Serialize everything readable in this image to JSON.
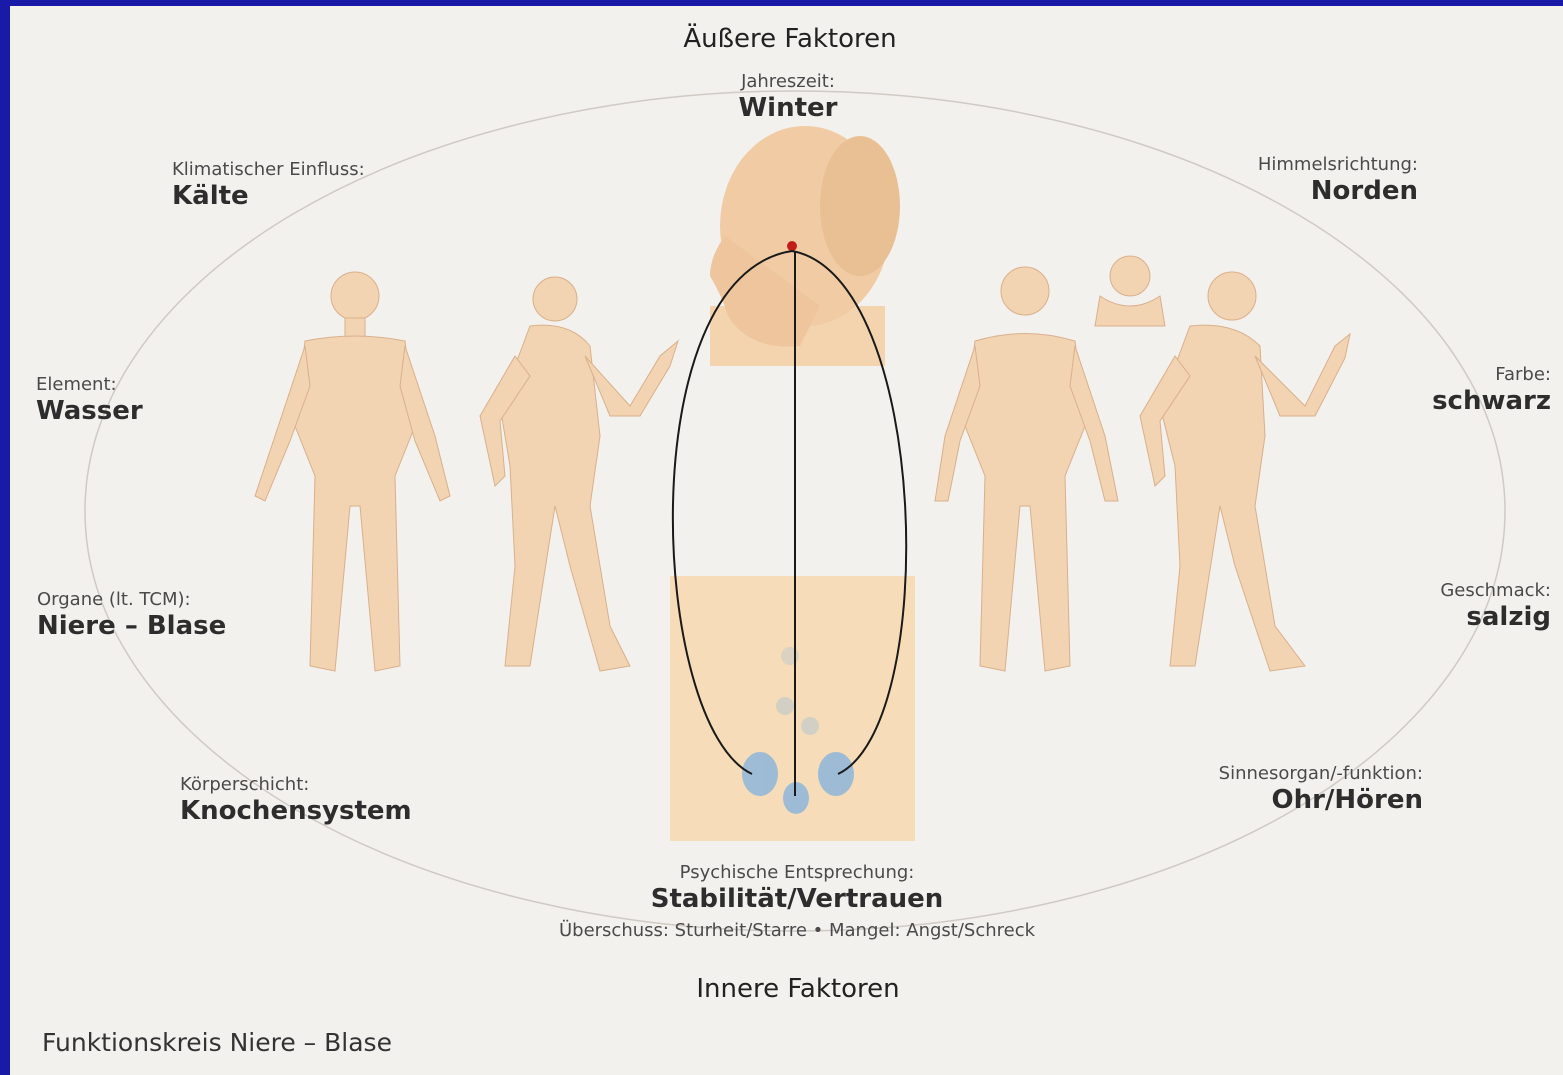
{
  "outer_title": "Äußere Faktoren",
  "inner_title": "Innere Faktoren",
  "caption": "Funktionskreis Niere – Blase",
  "labels": {
    "season": {
      "key": "Jahreszeit:",
      "value": "Winter"
    },
    "climate": {
      "key": "Klimatischer Einfluss:",
      "value": "Kälte"
    },
    "direction": {
      "key": "Himmelsrichtung:",
      "value": "Norden"
    },
    "element": {
      "key": "Element:",
      "value": "Wasser"
    },
    "color": {
      "key": "Farbe:",
      "value": "schwarz"
    },
    "organs": {
      "key": "Organe (lt. TCM):",
      "value": "Niere – Blase"
    },
    "taste": {
      "key": "Geschmack:",
      "value": "salzig"
    },
    "tissue": {
      "key": "Körperschicht:",
      "value": "Knochensystem"
    },
    "sense": {
      "key": "Sinnesorgan/-funktion:",
      "value": "Ohr/Hören"
    },
    "psyche": {
      "key": "Psychische Entsprechung:",
      "value": "Stabilität/Vertrauen"
    }
  },
  "psyche_note": "Überschuss: Sturheit/Starre • Mangel: Angst/Schreck",
  "colors": {
    "background": "#1a1aa8",
    "panel": "#f3f1ee",
    "skin": "#f3d9bd",
    "acupoint": "#8fb6dc",
    "meridian": "#1a1a1a"
  }
}
